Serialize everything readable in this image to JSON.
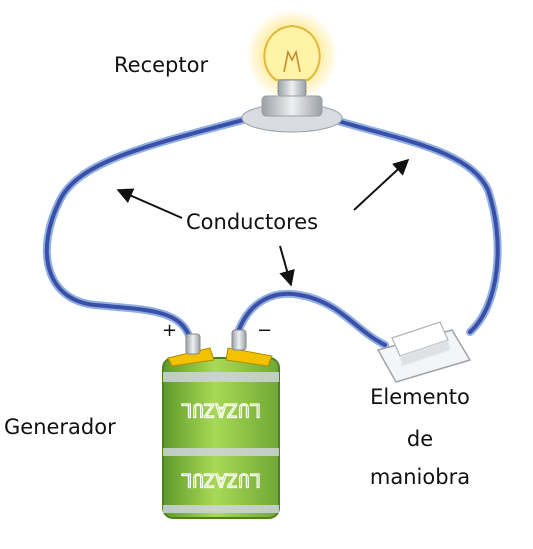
{
  "labels": {
    "receptor": "Receptor",
    "conductores": "Conductores",
    "generador": "Generador",
    "maniobra_line1": "Elemento",
    "maniobra_line2": "de",
    "maniobra_line3": "maniobra",
    "plus": "+",
    "minus": "−"
  },
  "battery_brand": "LUZAZUL",
  "colors": {
    "wire": "#3b4fa8",
    "wire_light": "#8fb0e0",
    "battery_green": "#8cc63f",
    "terminal_yellow": "#f2c100",
    "bulb_glow": "#ffe066"
  }
}
